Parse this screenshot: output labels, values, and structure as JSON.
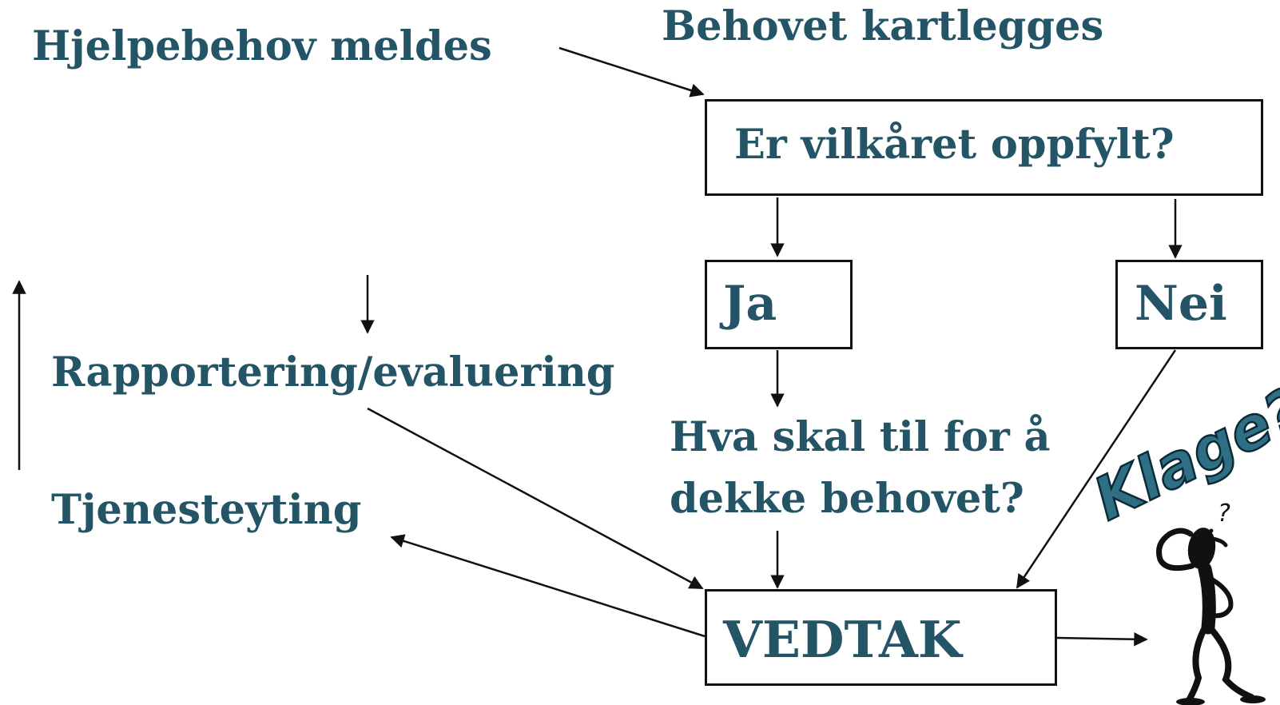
{
  "diagram": {
    "nodes": {
      "hjelpebehov": "Hjelpebehov meldes",
      "kartlegges": "Behovet kartlegges",
      "vilkaar": "Er vilkåret oppfylt?",
      "ja": "Ja",
      "nei": "Nei",
      "hva_line1": "Hva skal til for å",
      "hva_line2": "dekke behovet?",
      "vedtak": "VEDTAK",
      "rapportering": "Rapportering/evaluering",
      "tjenesteyting": "Tjenesteyting",
      "klage": "Klage?",
      "question_mark": "?"
    },
    "colors": {
      "text": "#245566",
      "lines": "#111111",
      "klage_fill": "#2f6f86",
      "figure": "#111111"
    },
    "icons": {
      "figure": "thinking-person-icon"
    }
  }
}
